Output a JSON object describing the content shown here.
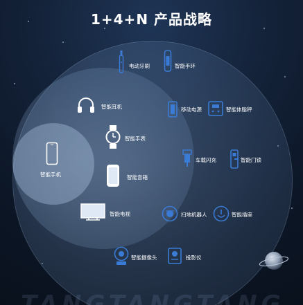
{
  "title": "1+4+N 产品战略",
  "center": {
    "label": "智能手机",
    "icon": "smartphone-icon"
  },
  "ring4": [
    {
      "label": "智能耳机",
      "icon": "headphones-icon"
    },
    {
      "label": "智能手表",
      "icon": "smartwatch-icon"
    },
    {
      "label": "智能音箱",
      "icon": "smart-speaker-icon"
    },
    {
      "label": "智能电视",
      "icon": "tv-icon"
    }
  ],
  "ringN": [
    {
      "label": "电动牙刷",
      "icon": "toothbrush-icon"
    },
    {
      "label": "智能手环",
      "icon": "fitness-band-icon"
    },
    {
      "label": "移动电源",
      "icon": "power-bank-icon"
    },
    {
      "label": "智能体脂秤",
      "icon": "body-scale-icon"
    },
    {
      "label": "车载闪充",
      "icon": "car-charger-icon"
    },
    {
      "label": "智能门锁",
      "icon": "door-lock-icon"
    },
    {
      "label": "扫地机器人",
      "icon": "robot-vacuum-icon"
    },
    {
      "label": "智能插座",
      "icon": "smart-plug-icon"
    },
    {
      "label": "智能摄像头",
      "icon": "camera-icon"
    },
    {
      "label": "投影仪",
      "icon": "projector-icon"
    }
  ],
  "colors": {
    "icon_blue": "#3a7bd5",
    "icon_white": "#ffffff",
    "background": "#0c1626"
  }
}
